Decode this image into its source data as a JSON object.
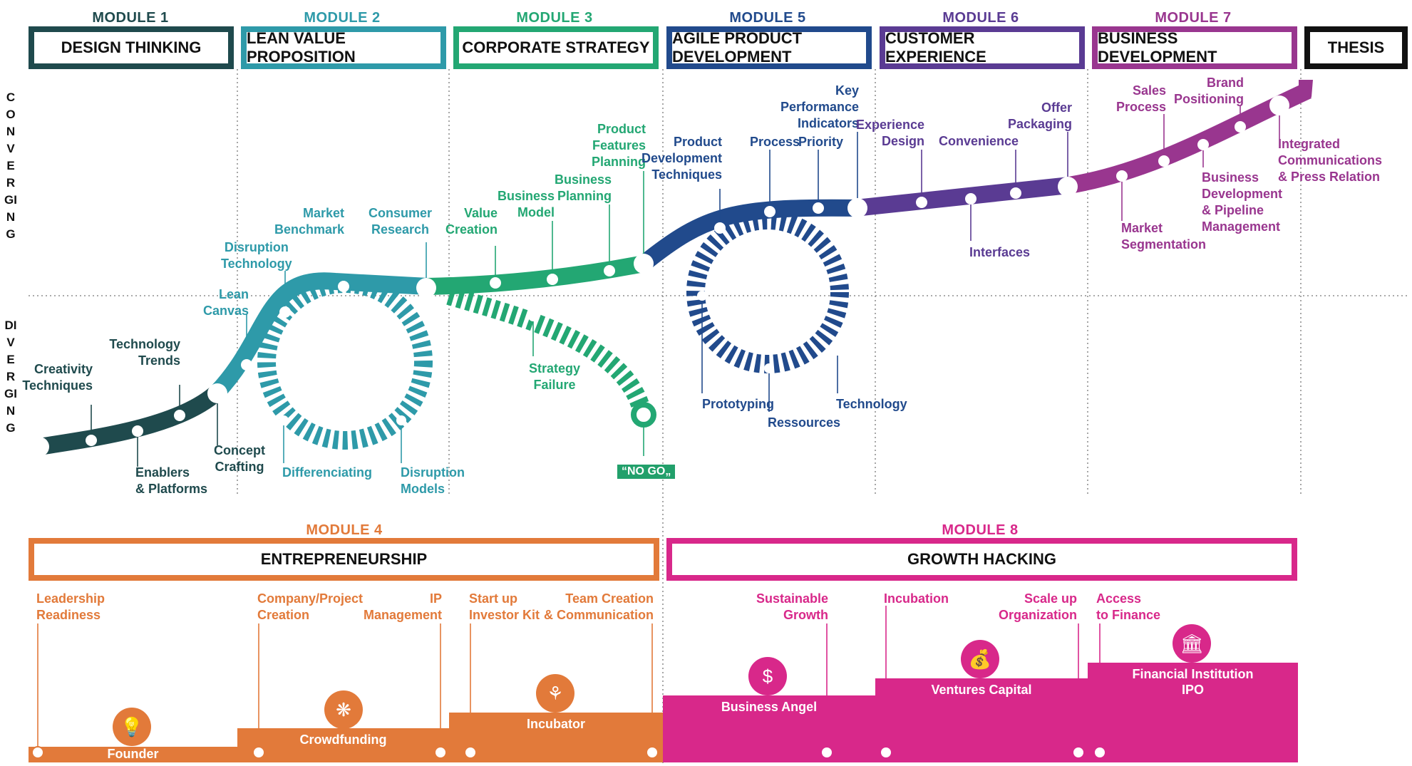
{
  "axis": {
    "converging": "CONVERGING",
    "diverging": "DIVERGING"
  },
  "modules_top": [
    {
      "tag": "MODULE 1",
      "title": "DESIGN THINKING",
      "color": "#1f4a4d"
    },
    {
      "tag": "MODULE 2",
      "title": "LEAN VALUE PROPOSITION",
      "color": "#2e9aa9"
    },
    {
      "tag": "MODULE 3",
      "title": "CORPORATE STRATEGY",
      "color": "#23a773"
    },
    {
      "tag": "MODULE 5",
      "title": "AGILE PRODUCT DEVELOPMENT",
      "color": "#214a8c"
    },
    {
      "tag": "MODULE 6",
      "title": "CUSTOMER EXPERIENCE",
      "color": "#5a3b93"
    },
    {
      "tag": "MODULE 7",
      "title": "BUSINESS DEVELOPMENT",
      "color": "#99368f"
    },
    {
      "tag": "",
      "title": "THESIS",
      "color": "#111111"
    }
  ],
  "labels": {
    "m1": {
      "creativity": "Creativity\nTechniques",
      "enablers": "Enablers\n& Platforms",
      "trends": "Technology\nTrends",
      "concept": "Concept\nCrafting"
    },
    "m2": {
      "lean": "Lean\nCanvas",
      "disruption_tech": "Disruption\nTechnology",
      "market": "Market\nBenchmark",
      "consumer": "Consumer\nResearch",
      "diff": "Differenciating",
      "disruption_models": "Disruption\nModels"
    },
    "m3": {
      "value": "Value\nCreation",
      "business_model": "Business\nModel",
      "business_planning": "Business\nPlanning",
      "product_features": "Product\nFeatures\nPlanning",
      "strategy_failure": "Strategy\nFailure",
      "nogo": "“NO GO„"
    },
    "m5": {
      "pdt": "Product\nDevelopment\nTechniques",
      "process": "Process",
      "priority": "Priority",
      "kpi": "Key\nPerformance\nIndicators",
      "prototyping": "Prototyping",
      "ressources": "Ressources",
      "technology": "Technology"
    },
    "m6": {
      "experience": "Experience\nDesign",
      "convenience": "Convenience",
      "offer": "Offer\nPackaging",
      "interfaces": "Interfaces"
    },
    "m7": {
      "sales": "Sales\nProcess",
      "brand": "Brand\nPositioning",
      "integrated": "Integrated\nCommunications\n& Press Relation",
      "market_seg": "Market\nSegmentation",
      "bizdev": "Business\nDevelopment\n& Pipeline\nManagement"
    }
  },
  "module4": {
    "tag": "MODULE 4",
    "title": "ENTREPRENEURSHIP",
    "color": "#e27a3a",
    "items": [
      "Leadership\nReadiness",
      "Company/Project\nCreation",
      "IP\nManagement",
      "Start up\nInvestor Kit",
      "Team Creation\n& Communication"
    ],
    "steps": [
      "Founder",
      "Crowdfunding",
      "Incubator"
    ],
    "icons": [
      "lightbulb-icon",
      "network-icon",
      "sprout-icon"
    ]
  },
  "module8": {
    "tag": "MODULE 8",
    "title": "GROWTH HACKING",
    "color": "#d8288a",
    "items": [
      "Sustainable\nGrowth",
      "Incubation",
      "Scale up\nOrganization",
      "Access\nto Finance"
    ],
    "steps": [
      "Business Angel",
      "Ventures Capital",
      "Financial Institution\nIPO"
    ],
    "icons": [
      "winged-dollar-icon",
      "money-bag-icon",
      "bank-icon"
    ]
  }
}
